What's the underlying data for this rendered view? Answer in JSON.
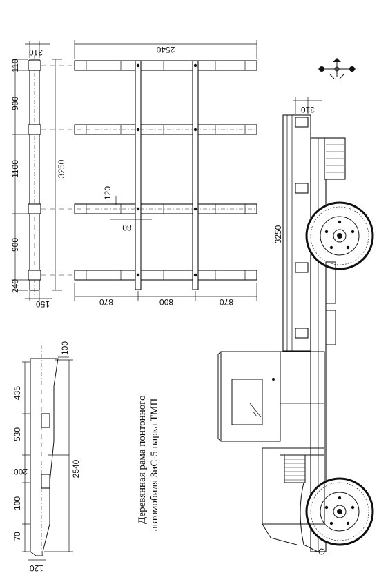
{
  "caption": {
    "line1": "Деревянная рама понтонного",
    "line2": "автомобиля ЗиС-5 парка ТМП"
  },
  "plan_dims": {
    "d310": "310",
    "d110": "110",
    "d900a": "900",
    "d1100": "1100",
    "d900b": "900",
    "d240": "240",
    "d3250": "3250",
    "d150": "150",
    "d2540": "2540",
    "d870a": "870",
    "d800": "800",
    "d870b": "870",
    "d120": "120",
    "d80": "80"
  },
  "side_dims": {
    "d100": "100",
    "d435": "435",
    "d530": "530",
    "d200": "200",
    "d100b": "100",
    "d70": "70",
    "d120": "120",
    "d2540": "2540"
  },
  "truck_dims": {
    "d310": "310",
    "d3250": "3250"
  }
}
